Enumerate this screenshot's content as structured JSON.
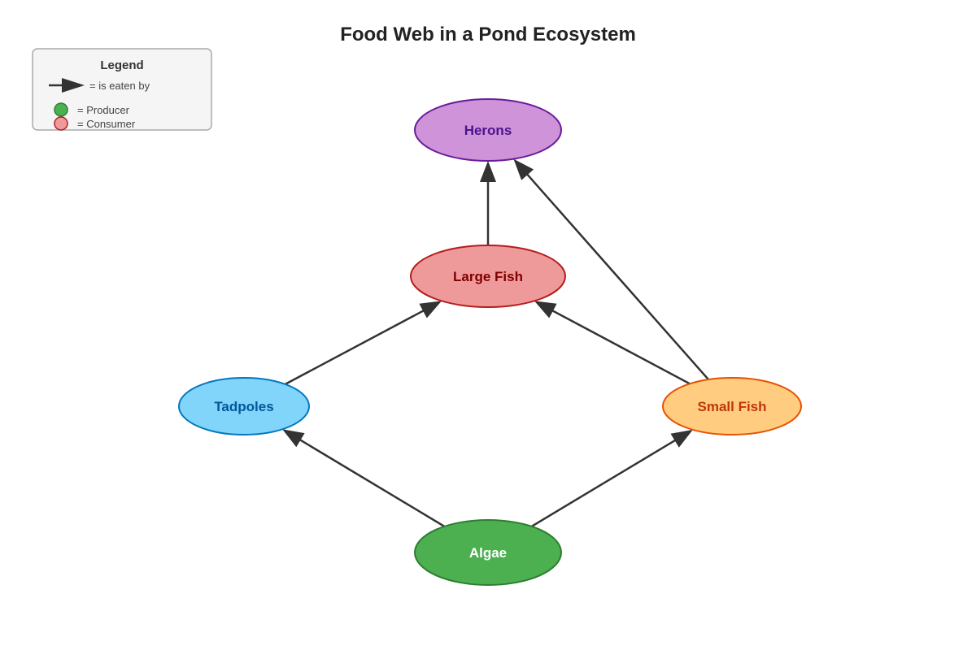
{
  "title": "Food Web in a Pond Ecosystem",
  "legend": {
    "title": "Legend",
    "arrow_text": "= is eaten by",
    "producer_text": "= Producer",
    "consumer_text": "= Consumer",
    "producer_color": "#4caf50",
    "consumer_color": "#ef9a9a"
  },
  "nodes": {
    "herons": {
      "label": "Herons",
      "fill": "#ce93d8",
      "stroke": "#6a1b9a",
      "text_color": "#4a148c"
    },
    "large_fish": {
      "label": "Large Fish",
      "fill": "#ef9a9a",
      "stroke": "#b71c1c",
      "text_color": "#7f0000"
    },
    "tadpoles": {
      "label": "Tadpoles",
      "fill": "#81d4fa",
      "stroke": "#0277bd",
      "text_color": "#01579b"
    },
    "small_fish": {
      "label": "Small Fish",
      "fill": "#ffcc80",
      "stroke": "#e65100",
      "text_color": "#bf360c"
    },
    "algae": {
      "label": "Algae",
      "fill": "#4caf50",
      "stroke": "#2e7d32",
      "text_color": "#ffffff"
    }
  },
  "edges": [
    {
      "from": "algae",
      "to": "tadpoles"
    },
    {
      "from": "algae",
      "to": "small_fish"
    },
    {
      "from": "tadpoles",
      "to": "large_fish"
    },
    {
      "from": "small_fish",
      "to": "large_fish"
    },
    {
      "from": "large_fish",
      "to": "herons"
    },
    {
      "from": "small_fish",
      "to": "herons"
    }
  ]
}
